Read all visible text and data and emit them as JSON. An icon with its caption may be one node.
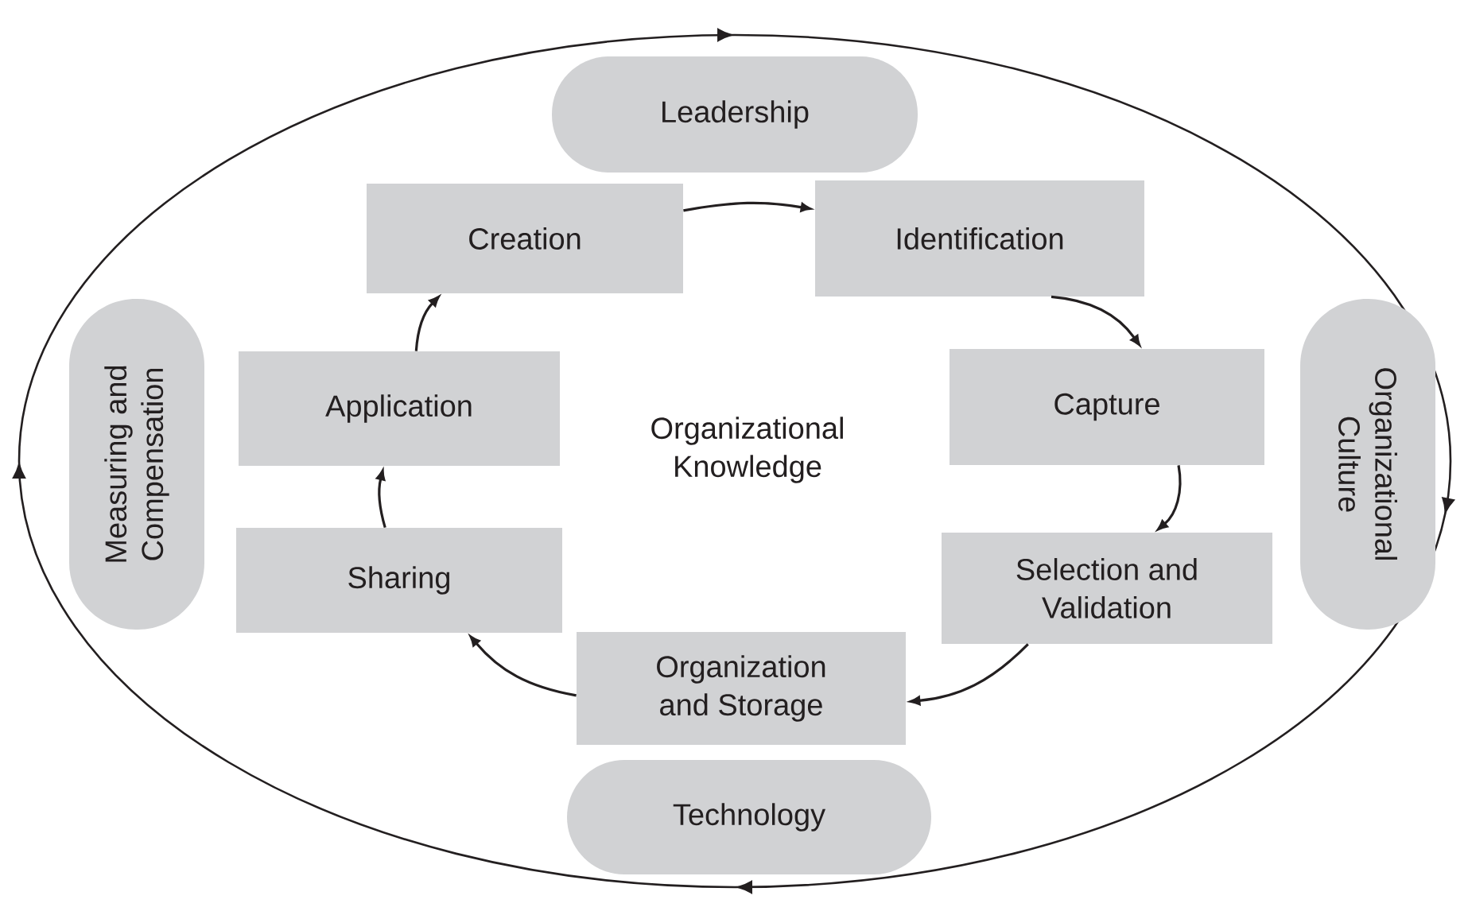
{
  "diagram": {
    "nodes": [
      {
        "text": [
          "Leadership"
        ]
      },
      {
        "text": [
          "Creation"
        ]
      },
      {
        "text": [
          "Identification"
        ]
      },
      {
        "text": [
          "Capture"
        ]
      },
      {
        "text": [
          "Selection and Validation"
        ]
      },
      {
        "text": [
          "Organization and Storage"
        ]
      },
      {
        "text": [
          "Sharing"
        ]
      },
      {
        "text": [
          "Application"
        ]
      },
      {
        "text": [
          "Technology"
        ]
      },
      {
        "text": [
          "Measuring and Compensation"
        ]
      },
      {
        "text": [
          "Organizational Culture"
        ]
      }
    ],
    "edges": [
      {
        "from": 1,
        "to": 2,
        "arrow": "to"
      },
      {
        "from": 2,
        "to": 3,
        "arrow": "to"
      },
      {
        "from": 3,
        "to": 4,
        "arrow": "to"
      },
      {
        "from": 4,
        "to": 5,
        "arrow": "to"
      },
      {
        "from": 5,
        "to": 6,
        "arrow": "to"
      },
      {
        "from": 6,
        "to": 7,
        "arrow": "to"
      },
      {
        "from": 7,
        "to": 1,
        "arrow": "to"
      }
    ],
    "labels": [
      "Organizational Knowledge"
    ]
  }
}
